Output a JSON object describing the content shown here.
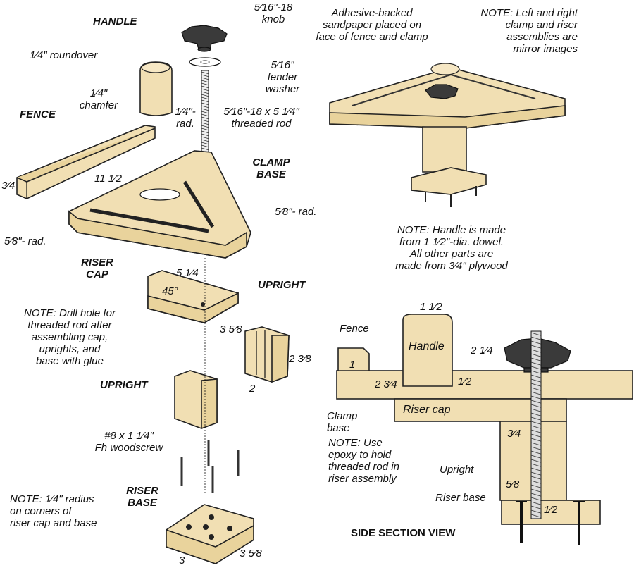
{
  "labels": {
    "knob": "5⁄16\"-18\nknob",
    "handle": "HANDLE",
    "roundover": "1⁄4\" roundover",
    "washer": "5⁄16\"\nfender\nwasher",
    "chamfer": "1⁄4\"\nchamfer",
    "rad_quarter": "1⁄4\"-\nrad.",
    "rod": "5⁄16\"-18 x 5 1⁄4\"\nthreaded rod",
    "fence": "FENCE",
    "clamp_base": "CLAMP\nBASE",
    "rad_58_right": "5⁄8\"- rad.",
    "rad_58_left": "5⁄8\"- rad.",
    "riser_cap": "RISER\nCAP",
    "upright_top": "UPRIGHT",
    "upright_left": "UPRIGHT",
    "note_drill": "NOTE: Drill hole for\nthreaded rod after\nassembling cap,\nuprights, and\nbase with glue",
    "screw": "#8 x 1 1⁄4\"\nFh woodscrew",
    "riser_base": "RISER\nBASE",
    "note_radius": "NOTE: 1⁄4\" radius\non corners of\nriser cap and base",
    "sandpaper": "Adhesive-backed\nsandpaper placed on\nface of fence and clamp",
    "note_mirror": "NOTE: Left and right\nclamp and riser\nassemblies are\nmirror images",
    "note_handle": "NOTE: Handle is made\nfrom 1 1⁄2\"-dia. dowel.\nAll other parts are\nmade from 3⁄4\" plywood",
    "note_epoxy": "NOTE: Use\nepoxy to hold\nthreaded rod in\nriser assembly",
    "side_view_title": "SIDE SECTION VIEW"
  },
  "dims": {
    "fence_len": "11 1⁄2",
    "fence_h": "3⁄4",
    "cap_w": "5 1⁄4",
    "cap_d": "3 5⁄8",
    "angle": "45°",
    "upright_h": "2 3⁄8",
    "upright_w": "2",
    "base_w": "3",
    "base_d": "3 5⁄8"
  },
  "section": {
    "fence": "Fence",
    "handle": "Handle",
    "clamp_base": "Clamp\nbase",
    "riser_cap": "Riser cap",
    "upright": "Upright",
    "riser_base": "Riser base",
    "d_handle_w": "1 1⁄2",
    "d_handle_h": "2 1⁄4",
    "d_fence": "1",
    "d_offset": "2 3⁄4",
    "d_half_top": "1⁄2",
    "d_three_q": "3⁄4",
    "d_five_e": "5⁄8",
    "d_half_bot": "1⁄2"
  }
}
